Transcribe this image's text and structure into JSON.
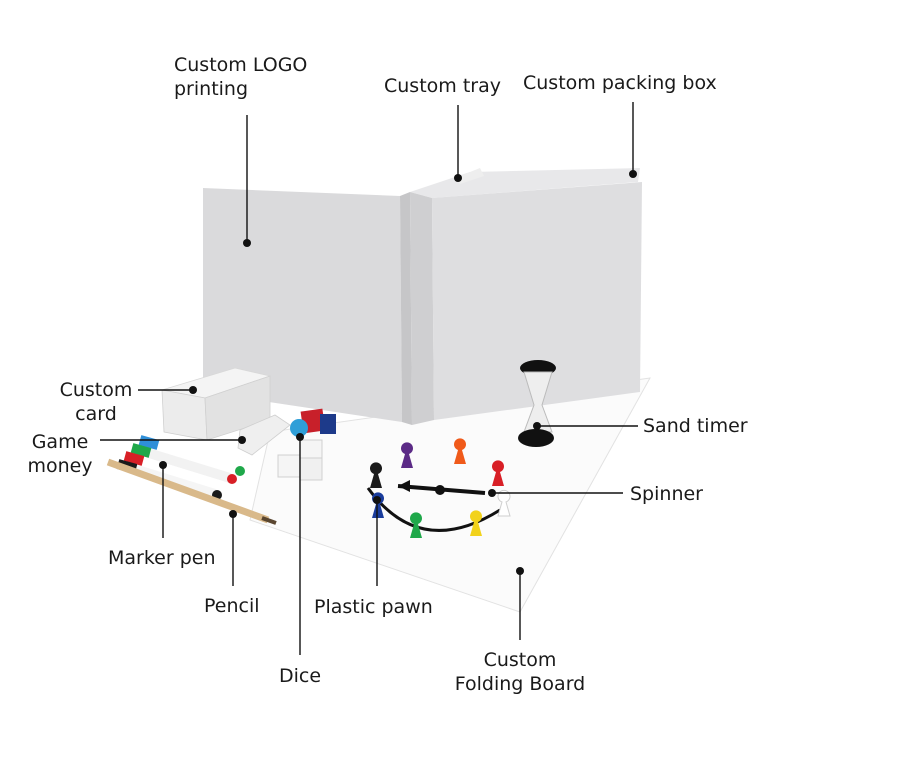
{
  "labels": {
    "logo_printing": [
      "Custom LOGO",
      "printing"
    ],
    "tray": "Custom tray",
    "packing_box": "Custom packing box",
    "card": [
      "Custom",
      "card"
    ],
    "game_money": [
      "Game",
      "money"
    ],
    "sand_timer": "Sand timer",
    "spinner": "Spinner",
    "marker_pen": "Marker pen",
    "pencil": "Pencil",
    "plastic_pawn": "Plastic pawn",
    "dice": "Dice",
    "folding_board": [
      "Custom",
      "Folding Board"
    ]
  },
  "colors": {
    "box_face": "#dcdcde",
    "box_side": "#c9c9cb",
    "board": "#fafafa",
    "pawns": [
      "#1a1a1a",
      "#5b2a86",
      "#f05a1a",
      "#d81f26",
      "#1a3c9c",
      "#1fa84a",
      "#f2d21b",
      "#ffffff"
    ]
  }
}
